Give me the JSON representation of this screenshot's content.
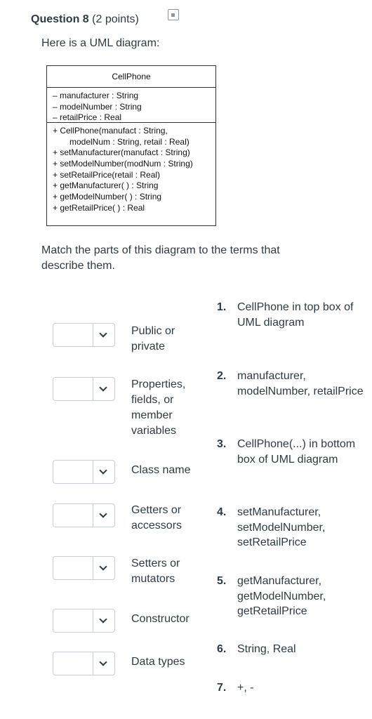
{
  "question": {
    "label": "Question 8",
    "points": "(2 points)"
  },
  "intro": "Here is a UML diagram:",
  "uml": {
    "class_name": "CellPhone",
    "fields": [
      "– manufacturer : String",
      "– modelNumber : String",
      "– retailPrice : Real"
    ],
    "methods": [
      "+ CellPhone(manufact : String,",
      "modelNum : String, retail : Real)",
      "+ setManufacturer(manufact : String)",
      "+ setModelNumber(modNum : String)",
      "+ setRetailPrice(retail : Real)",
      "+ getManufacturer( ) : String",
      "+ getModelNumber( ) : String",
      "+ getRetailPrice( ) : Real"
    ]
  },
  "instructions": "Match the parts of this diagram to the terms that describe them.",
  "terms": [
    "Public or private",
    "Properties, fields, or member variables",
    "Class name",
    "Getters or accessors",
    "Setters or mutators",
    "Constructor",
    "Data types"
  ],
  "options": [
    {
      "num": "1.",
      "text": "CellPhone in top box of UML diagram"
    },
    {
      "num": "2.",
      "text": "manufacturer, modelNumber, retailPrice"
    },
    {
      "num": "3.",
      "text": "CellPhone(...) in bottom box of UML diagram"
    },
    {
      "num": "4.",
      "text": "setManufacturer, setModelNumber, setRetailPrice"
    },
    {
      "num": "5.",
      "text": "getManufacturer, getModelNumber, getRetailPrice"
    },
    {
      "num": "6.",
      "text": "String, Real"
    },
    {
      "num": "7.",
      "text": "+, -"
    }
  ]
}
